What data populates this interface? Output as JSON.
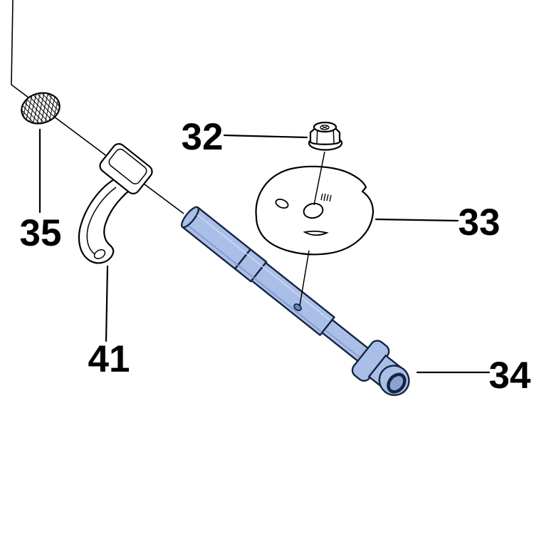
{
  "diagram": {
    "background_color": "#ffffff",
    "line_color": "#000000",
    "highlight": {
      "fill": "#a9bfe8",
      "stroke": "#16243f"
    },
    "parts": [
      {
        "number": "32",
        "shape": "flanged-nut"
      },
      {
        "number": "33",
        "shape": "cam-disc"
      },
      {
        "number": "34",
        "shape": "shaft-highlighted"
      },
      {
        "number": "35",
        "shape": "knurled-nut"
      },
      {
        "number": "41",
        "shape": "lever"
      }
    ]
  }
}
